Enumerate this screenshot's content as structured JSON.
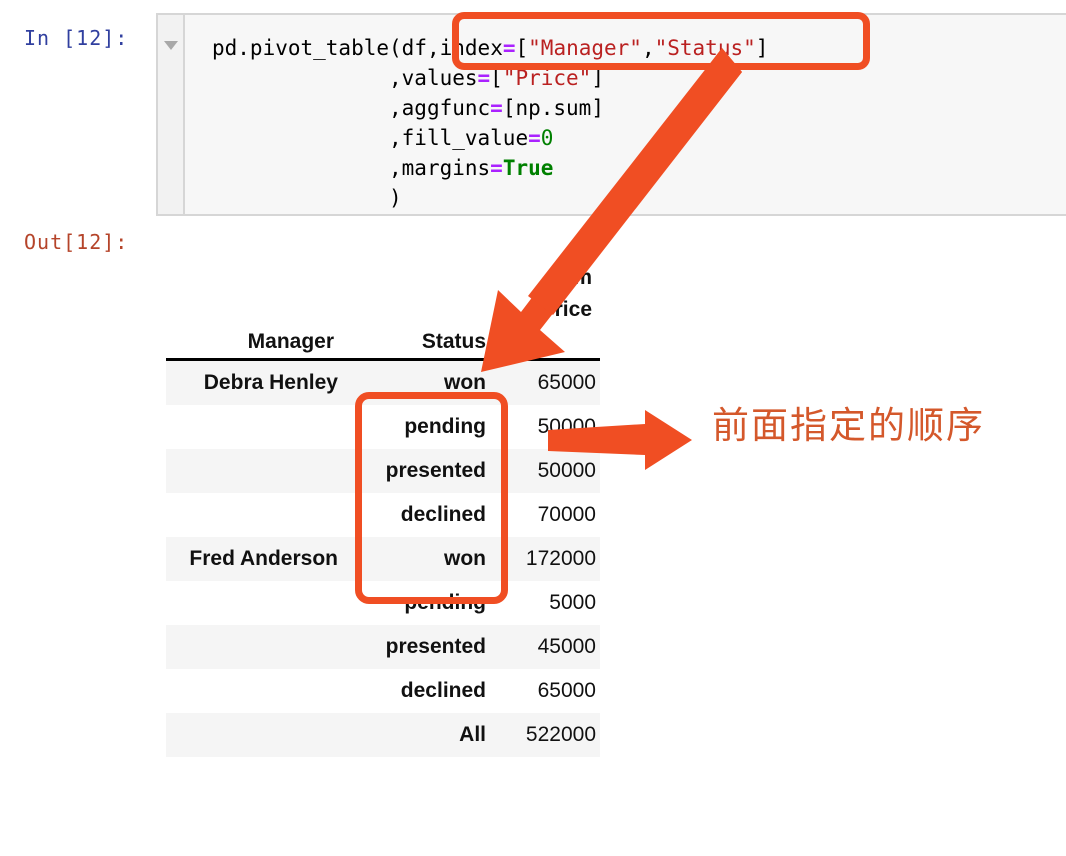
{
  "notebook": {
    "in_prompt": "In [12]:",
    "out_prompt": "Out[12]:",
    "collapse_icon": "triangle-down-icon",
    "code_lines": [
      "pd.pivot_table(df,index=[\"Manager\",\"Status\"]",
      "              ,values=[\"Price\"]",
      "              ,aggfunc=[np.sum]",
      "              ,fill_value=0",
      "              ,margins=True",
      "              )"
    ],
    "code_tokens": {
      "func": "pd.pivot_table",
      "arg_df": "df",
      "kw_index": "index",
      "val_index": "[\"Manager\",\"Status\"]",
      "kw_values": "values",
      "val_values": "[\"Price\"]",
      "kw_aggfunc": "aggfunc",
      "val_aggfunc": "[np.sum]",
      "kw_fill_value": "fill_value",
      "val_fill_value": "0",
      "kw_margins": "margins",
      "val_margins": "True"
    }
  },
  "table": {
    "agg_header": "sum",
    "value_header": "Price",
    "col_manager": "Manager",
    "col_status": "Status",
    "rows": [
      {
        "manager": "Debra Henley",
        "status": "won",
        "value": "65000"
      },
      {
        "manager": "",
        "status": "pending",
        "value": "50000"
      },
      {
        "manager": "",
        "status": "presented",
        "value": "50000"
      },
      {
        "manager": "",
        "status": "declined",
        "value": "70000"
      },
      {
        "manager": "Fred Anderson",
        "status": "won",
        "value": "172000"
      },
      {
        "manager": "",
        "status": "pending",
        "value": "5000"
      },
      {
        "manager": "",
        "status": "presented",
        "value": "45000"
      },
      {
        "manager": "",
        "status": "declined",
        "value": "65000"
      }
    ],
    "total_row": {
      "label": "All",
      "value": "522000"
    }
  },
  "annotations": {
    "accent_color": "#F04E23",
    "text_color": "#D4582B",
    "note_cn": "前面指定的顺序",
    "box_code_label": "index-argument-highlight",
    "box_status_label": "status-column-highlight",
    "arrow_diagonal_label": "arrow-index-to-status-column",
    "arrow_horizontal_label": "arrow-to-order-note"
  }
}
